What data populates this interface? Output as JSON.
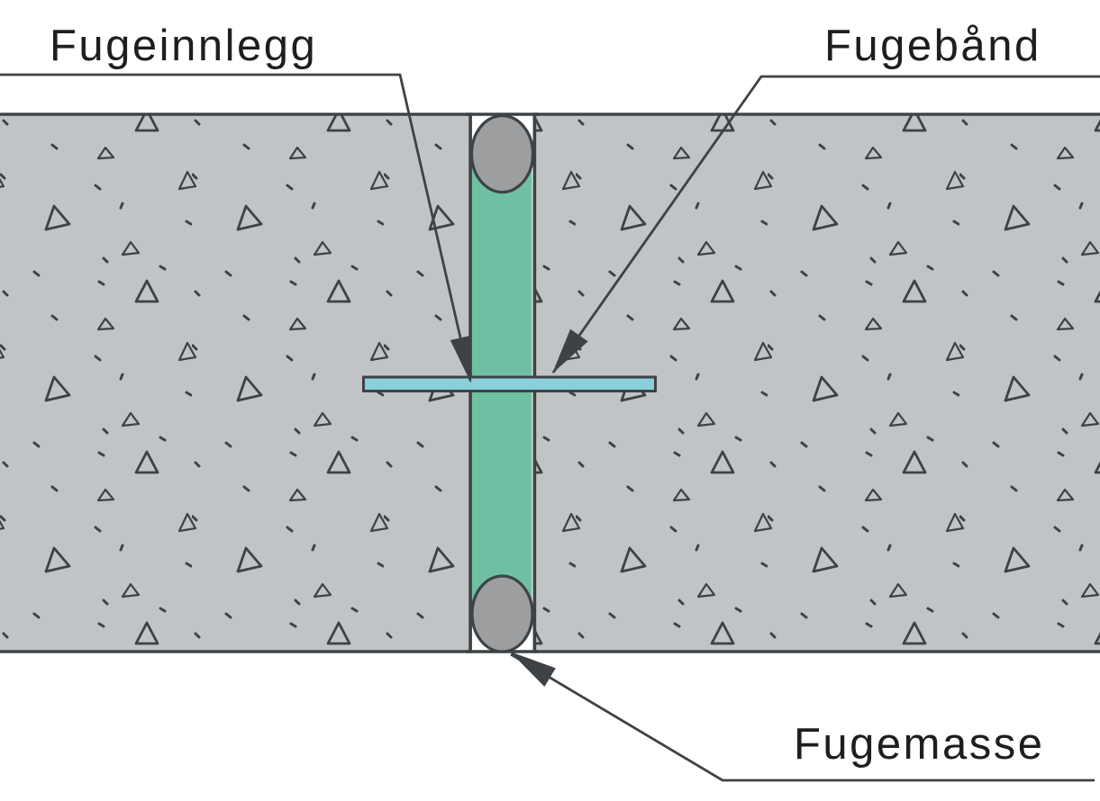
{
  "diagram": {
    "labels": {
      "fugeinnlegg": "Fugeinnlegg",
      "fugeband": "Fugebånd",
      "fugemasse": "Fugemasse"
    },
    "colors": {
      "background": "#ffffff",
      "concrete_fill": "#c1c4c6",
      "line_dark": "#3e4245",
      "sealant_gray": "#9c9ea0",
      "filler_green": "#6fc0a2",
      "waterstop_blue": "#8ad0dc",
      "label_text": "#1f1d1e"
    }
  }
}
